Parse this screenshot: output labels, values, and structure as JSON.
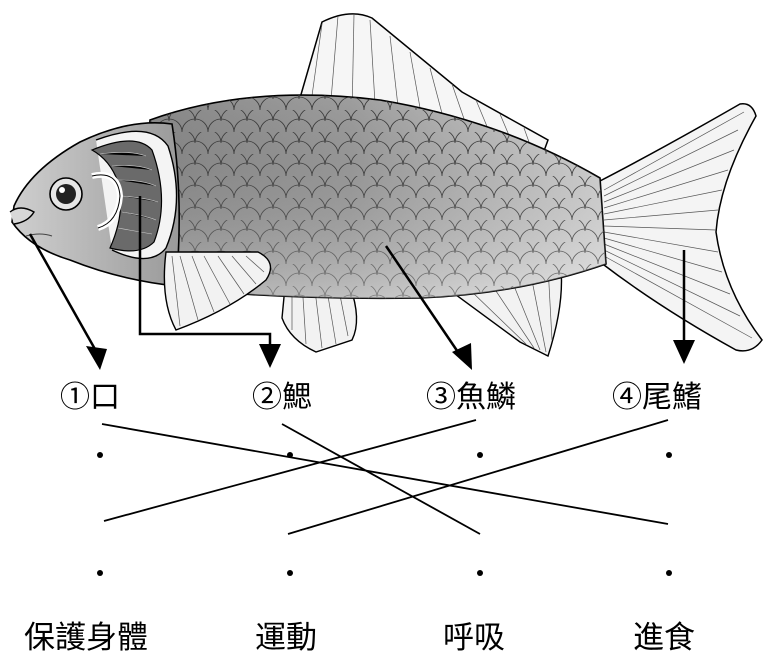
{
  "parts": [
    {
      "label": "①口"
    },
    {
      "label": "②鰓"
    },
    {
      "label": "③魚鱗"
    },
    {
      "label": "④尾鰭"
    }
  ],
  "functions": [
    {
      "label": "保護身體"
    },
    {
      "label": "運動"
    },
    {
      "label": "呼吸"
    },
    {
      "label": "進食"
    }
  ],
  "matches": [
    {
      "part": "①口",
      "function": "進食"
    },
    {
      "part": "②鰓",
      "function": "呼吸"
    },
    {
      "part": "③魚鱗",
      "function": "保護身體"
    },
    {
      "part": "④尾鰭",
      "function": "運動"
    }
  ],
  "colors": {
    "ink": "#000000",
    "fish_light": "#e8e8e8",
    "fish_dark": "#8c8c8c"
  }
}
